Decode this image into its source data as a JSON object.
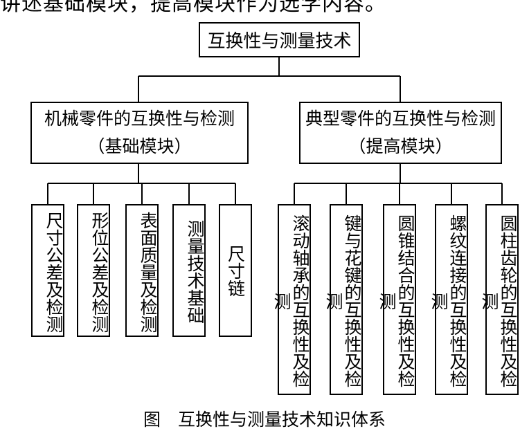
{
  "top_text": "讲述基础模块，提高模块作为选学内容。",
  "root": "互换性与测量技术",
  "modules": [
    {
      "title": "机械零件的互换性与检测",
      "subtitle": "（基础模块）",
      "children": [
        "尺寸公差及检测",
        "形位公差及检测",
        "表面质量及检测",
        "测量技术基础",
        "尺寸链"
      ]
    },
    {
      "title": "典型零件的互换性与检测",
      "subtitle": "（提高模块）",
      "children": [
        "滚动轴承的互换性及检测",
        "键与花键的互换性及检测",
        "圆锥结合的互换性及检测",
        "螺纹连接的互换性及检测",
        "圆柱齿轮的互换性及检测"
      ]
    }
  ],
  "caption": "图　互换性与测量技术知识体系"
}
